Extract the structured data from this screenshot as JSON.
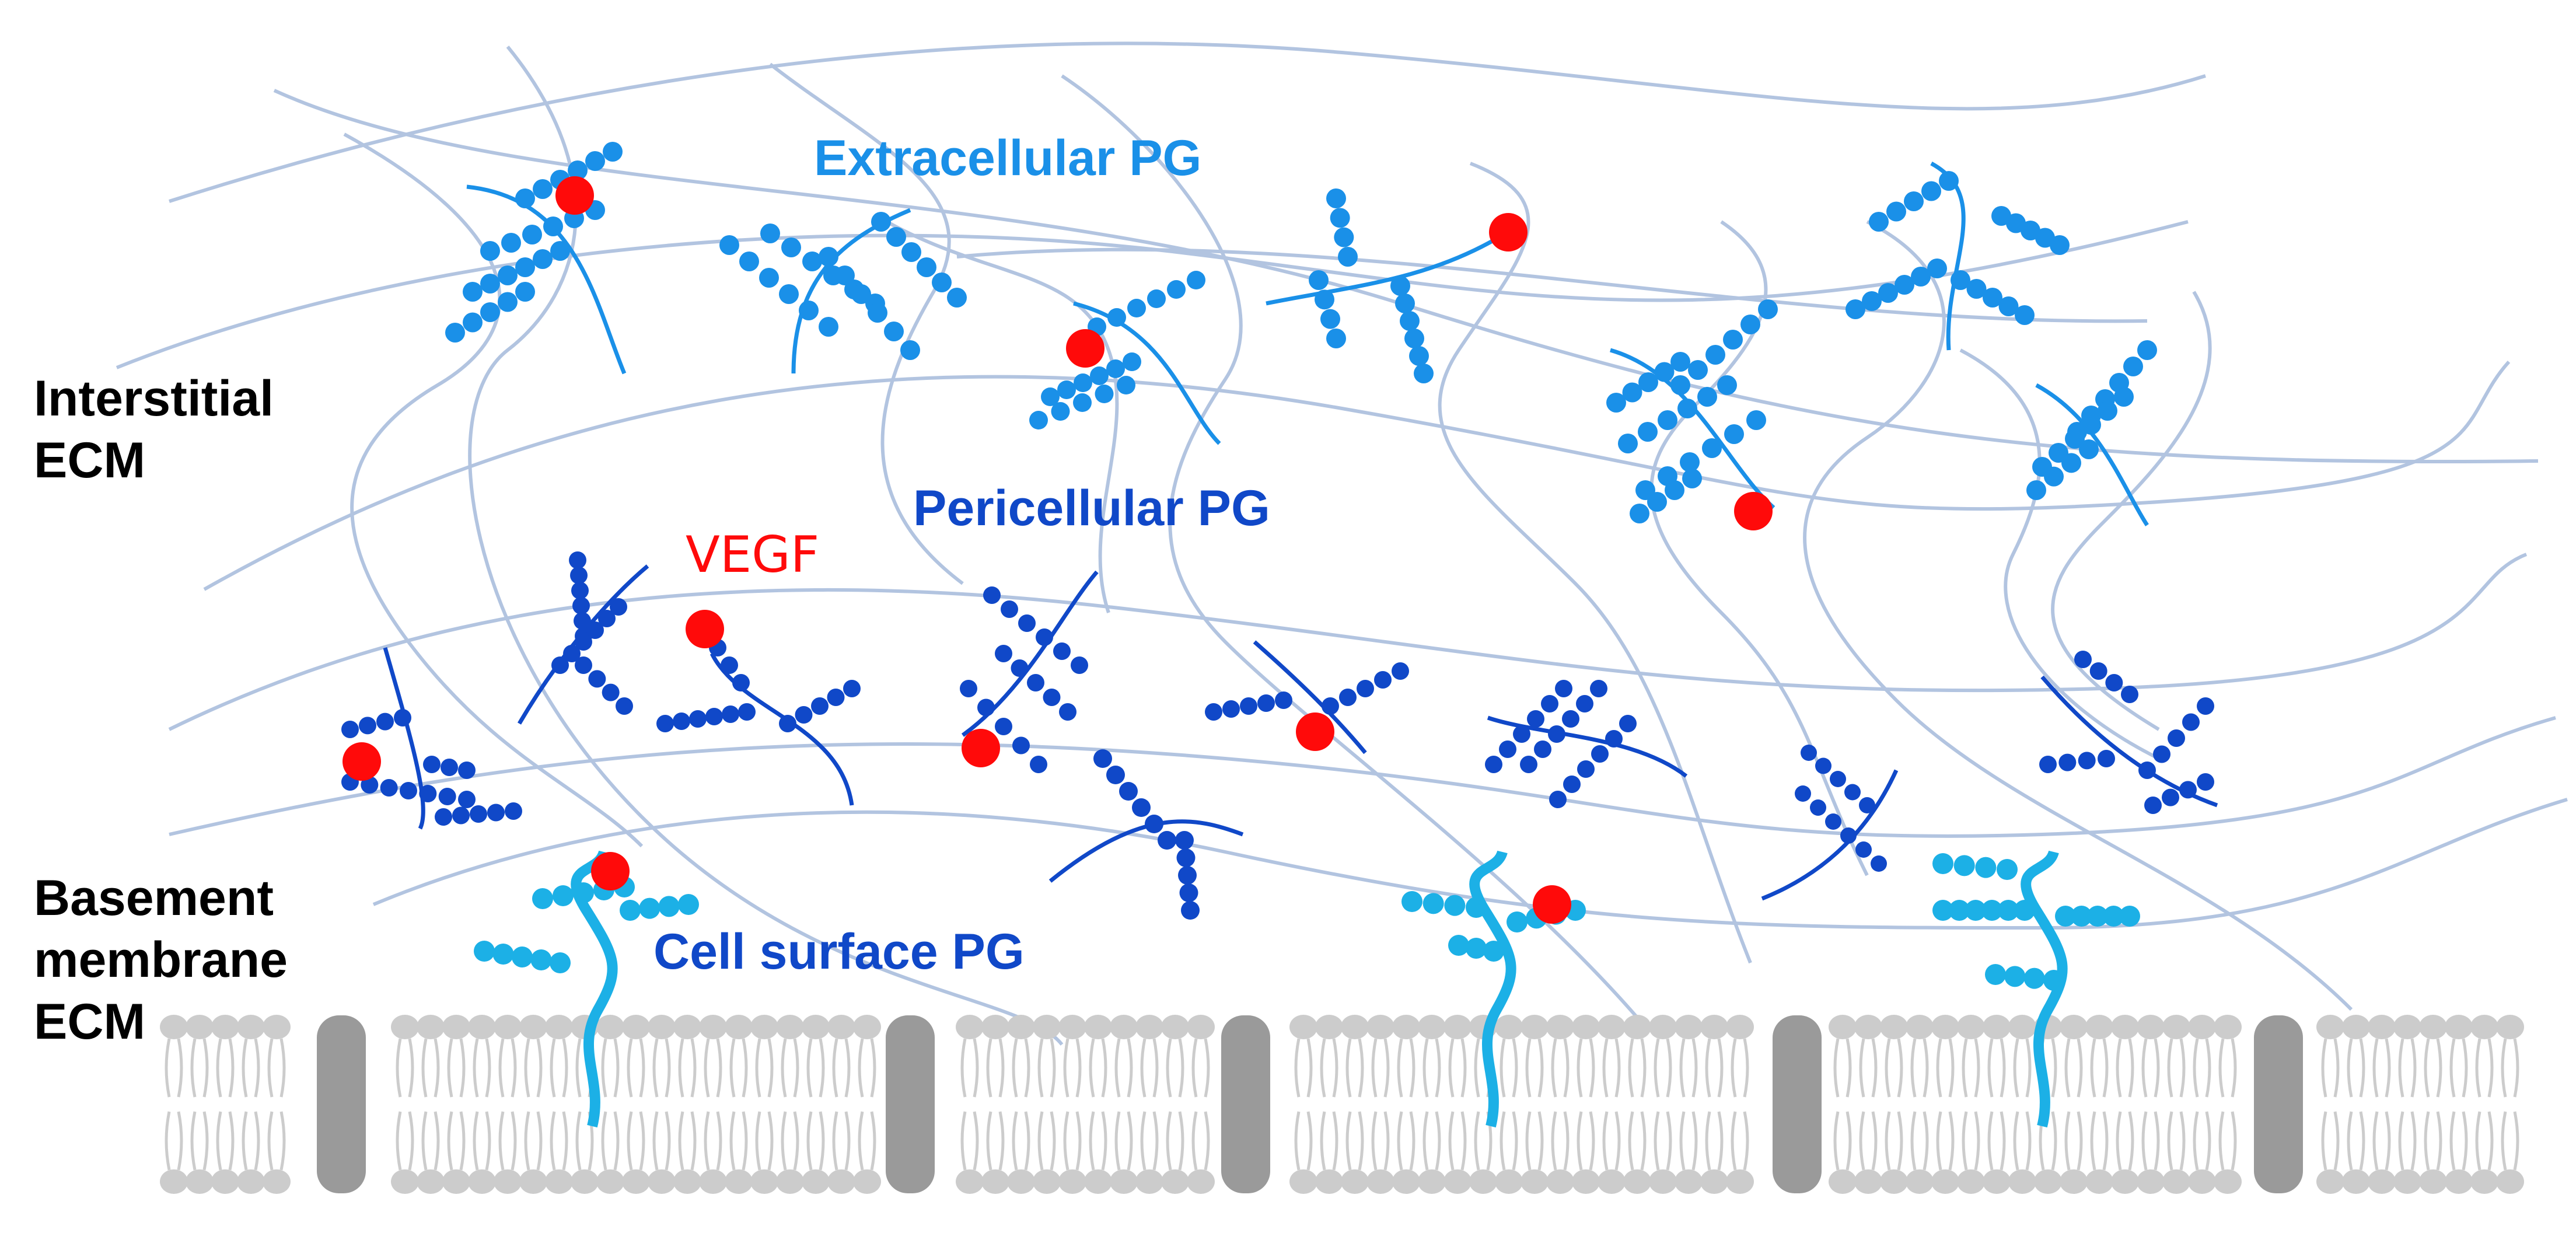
{
  "labels": {
    "interstitial_line1": "Interstitial",
    "interstitial_line2": "ECM",
    "basement_line1": "Basement",
    "basement_line2": "membrane",
    "basement_line3": "ECM",
    "extracellular_pg": "Extracellular PG",
    "pericellular_pg": "Pericellular PG",
    "cell_surface_pg": "Cell surface PG",
    "vegf": "VEGF"
  },
  "colors": {
    "extracellular_pg": "#1a90e8",
    "pericellular_pg": "#1048c8",
    "cell_surface_pg": "#1cb0e6",
    "vegf": "#ff0a0a",
    "fibers": "#b2c4e0",
    "lipid": "#cccccc",
    "membrane_protein": "#9a9a9a"
  }
}
